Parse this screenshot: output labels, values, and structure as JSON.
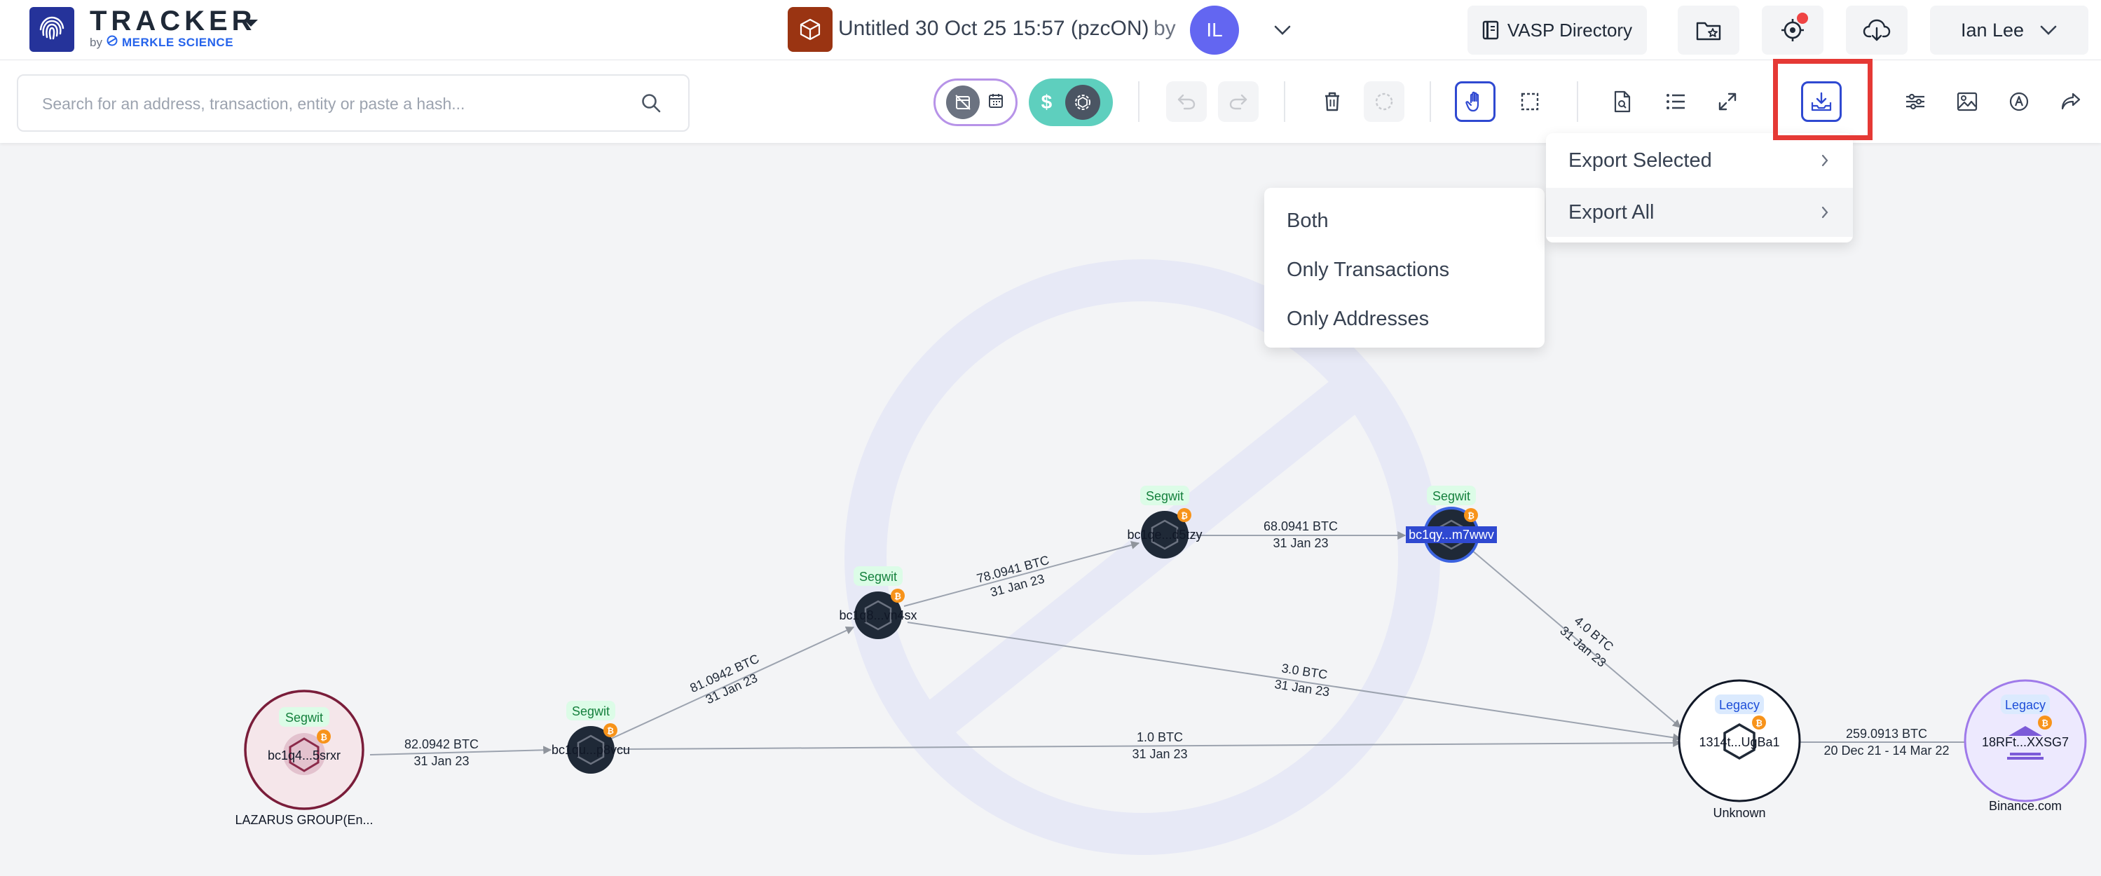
{
  "app": {
    "brand": "TRACKER",
    "by": "by",
    "company": "MERKLE SCIENCE"
  },
  "case": {
    "title": "Untitled 30 Oct 25 15:57 (pzcON)",
    "by": "by",
    "avatar_initials": "IL"
  },
  "topbar": {
    "vasp_label": "VASP Directory",
    "user_name": "Ian Lee"
  },
  "search": {
    "placeholder": "Search for an address, transaction, entity or paste a hash..."
  },
  "toolbar": {
    "currency_symbol": "$"
  },
  "export_menu": {
    "items": [
      {
        "label": "Export Selected"
      },
      {
        "label": "Export All"
      }
    ]
  },
  "export_submenu": {
    "items": [
      {
        "label": "Both"
      },
      {
        "label": "Only Transactions"
      },
      {
        "label": "Only Addresses"
      }
    ]
  },
  "colors": {
    "brand": "#25339a",
    "case_box": "#9a3412",
    "avatar": "#6366f1",
    "highlight": "#e53935",
    "teal": "#5ecfbe",
    "bitcoin": "#f7931a",
    "segwit_bg": "#dcfce7",
    "segwit_text": "#15803d",
    "legacy_bg": "#dbeafe",
    "legacy_text": "#1d4ed8"
  },
  "graph": {
    "nodes": [
      {
        "id": "lazarus",
        "tag": "Segwit",
        "label": "bc1q4...5srxr",
        "entity": "LAZARUS GROUP(En..."
      },
      {
        "id": "n2",
        "tag": "Segwit",
        "label": "bc1qu...p8vcu"
      },
      {
        "id": "n3",
        "tag": "Segwit",
        "label": "bc1q8...vn4sx"
      },
      {
        "id": "n4",
        "tag": "Segwit",
        "label": "bc1qe...d5tzy"
      },
      {
        "id": "n5",
        "tag": "Segwit",
        "label": "bc1qy...m7wwv"
      },
      {
        "id": "n6",
        "tag": "Legacy",
        "label": "1314t...UgBa1",
        "entity": "Unknown"
      },
      {
        "id": "n7",
        "tag": "Legacy",
        "label": "18RFt...XXSG7",
        "entity": "Binance.com"
      }
    ],
    "edges": [
      {
        "amount": "82.0942 BTC",
        "date": "31 Jan 23"
      },
      {
        "amount": "81.0942 BTC",
        "date": "31 Jan 23"
      },
      {
        "amount": "78.0941 BTC",
        "date": "31 Jan 23"
      },
      {
        "amount": "68.0941 BTC",
        "date": "31 Jan 23"
      },
      {
        "amount": "4.0 BTC",
        "date": "31 Jan 23"
      },
      {
        "amount": "3.0 BTC",
        "date": "31 Jan 23"
      },
      {
        "amount": "1.0 BTC",
        "date": "31 Jan 23"
      },
      {
        "amount": "259.0913 BTC",
        "date": "20 Dec 21 - 14 Mar 22"
      }
    ]
  }
}
